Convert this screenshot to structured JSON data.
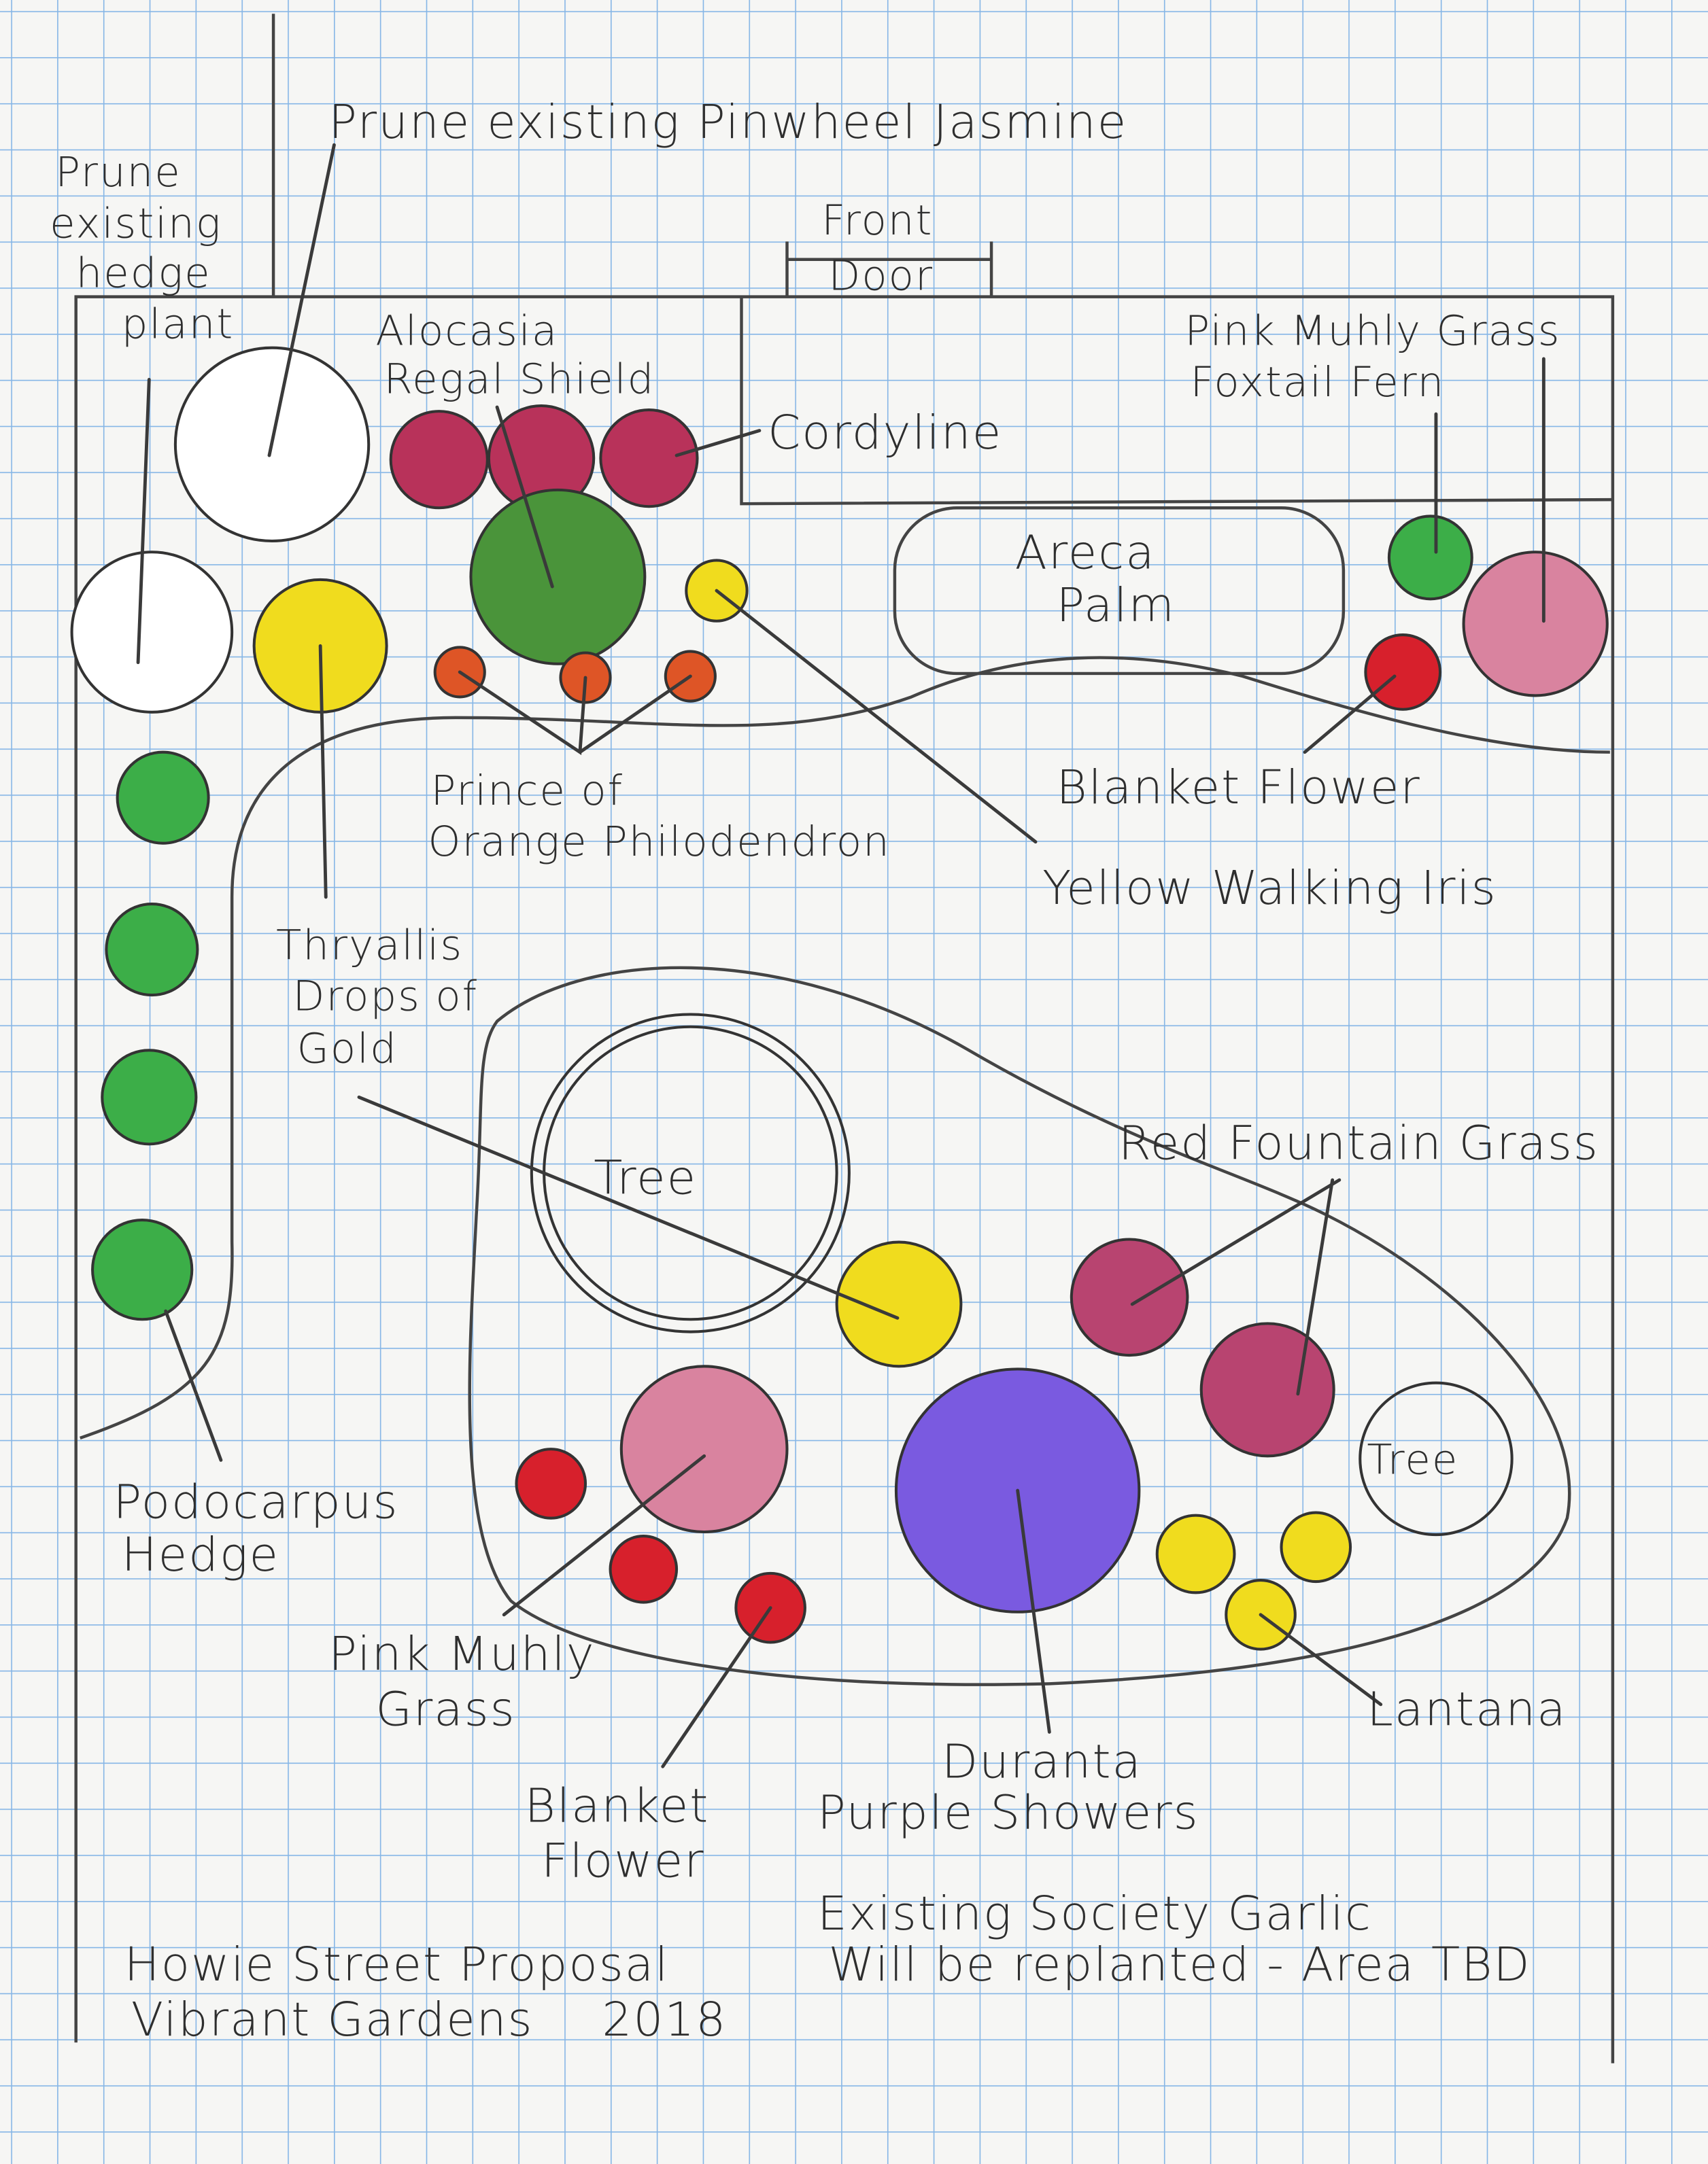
{
  "title": "Howie Street Proposal",
  "subtitle": "Vibrant Gardens",
  "year": "2018",
  "labels": {
    "prune_jasmine": "Prune existing Pinwheel Jasmine",
    "prune_hedge": [
      "Prune",
      "existing",
      "hedge",
      "plant"
    ],
    "front_door": [
      "Front",
      "Door"
    ],
    "alocasia": [
      "Alocasia",
      "Regal Shield"
    ],
    "cordyline": "Cordyline",
    "pink_muhly_top": "Pink Muhly Grass",
    "foxtail_fern": "Foxtail Fern",
    "areca_palm": [
      "Areca",
      "Palm"
    ],
    "blanket_flower_top": "Blanket Flower",
    "prince_of_orange": [
      "Prince of",
      "Orange Philodendron"
    ],
    "yellow_walking_iris": "Yellow Walking Iris",
    "thryallis": [
      "Thryallis",
      "Drops of",
      "Gold"
    ],
    "tree_large": "Tree",
    "tree_small": "Tree",
    "red_fountain_grass": "Red Fountain Grass",
    "podocarpus": [
      "Podocarpus",
      "Hedge"
    ],
    "pink_muhly_bottom": [
      "Pink Muhly",
      "Grass"
    ],
    "blanket_flower_bottom": [
      "Blanket",
      "Flower"
    ],
    "duranta": [
      "Duranta",
      "Purple Showers"
    ],
    "lantana": "Lantana",
    "society_garlic": [
      "Existing Society Garlic",
      "Will be replanted - Area TBD"
    ]
  },
  "colors": {
    "grid": "#7fb2e3",
    "yellow": "#f0dc1e",
    "magenta": "#b8325a",
    "green": "#3cae48",
    "dark_green": "#4a943a",
    "orange": "#de5526",
    "red": "#d7202c",
    "pink": "#d9839f",
    "purple": "#7a5ae0"
  }
}
